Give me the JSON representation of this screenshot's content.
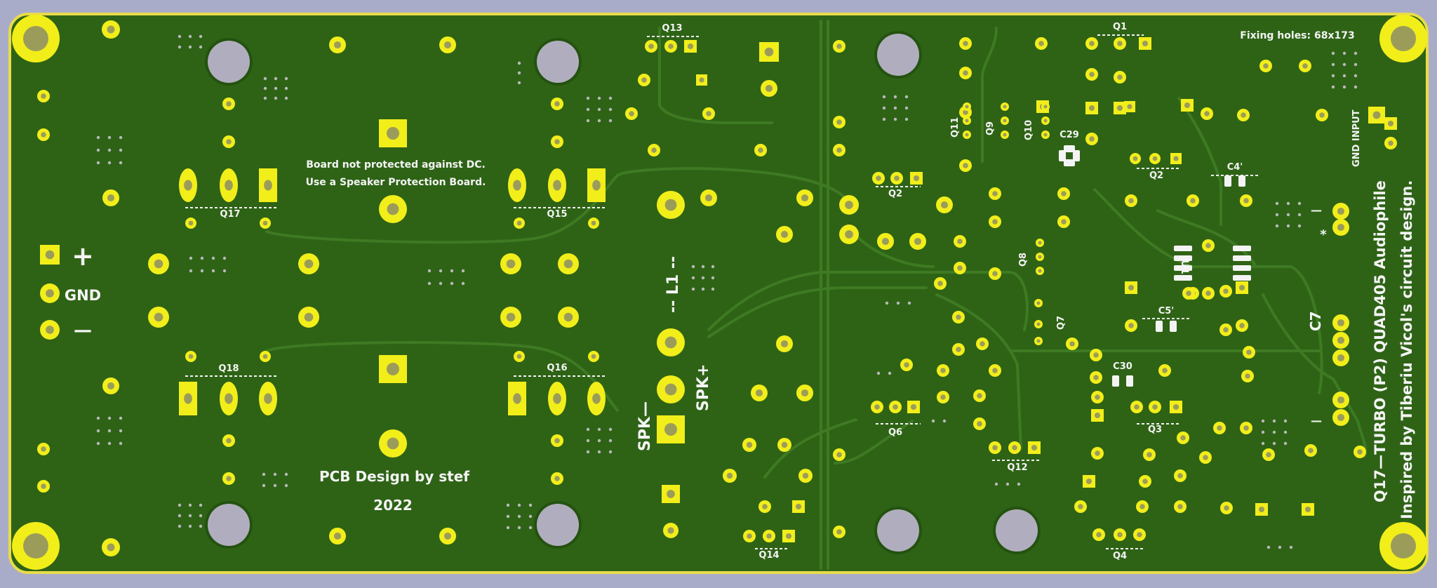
{
  "board": {
    "note_line1": "Board not protected against DC.",
    "note_line2": "Use a Speaker Protection Board.",
    "fixing_holes": "Fixing holes: 68x173",
    "credit_design": "PCB Design by stef",
    "credit_year": "2022",
    "title_vertical": "Q17—TURBO (P2) QUAD405 Audiophile",
    "inspired_vertical": "Inspired by Tiberiu Vicol's circuit design."
  },
  "power": {
    "plus": "+",
    "gnd": "GND",
    "minus": "—"
  },
  "speaker": {
    "plus": "SPK+",
    "minus": "SPK—",
    "inductor": "-- L1 --"
  },
  "input": {
    "label": "GND  INPUT"
  },
  "refs": {
    "Q1": "Q1",
    "Q2a": "Q2",
    "Q2b": "Q2",
    "Q3": "Q3",
    "Q4": "Q4",
    "Q6": "Q6",
    "Q7": "Q7",
    "Q8": "Q8",
    "Q9": "Q9",
    "Q10": "Q10",
    "Q11": "Q11",
    "Q12": "Q12",
    "Q13": "Q13",
    "Q14": "Q14",
    "Q15": "Q15",
    "Q16": "Q16",
    "Q17": "Q17",
    "Q18": "Q18",
    "C4": "C4'",
    "C5": "C5'",
    "C7": "C7",
    "C29": "C29",
    "C30": "C30",
    "U1": "U1",
    "star": "*",
    "dash1": "—",
    "dash2": "—"
  },
  "colors": {
    "background": "#a9acc8",
    "board": "#2e6316",
    "board_edge": "#e8dc4a",
    "copper_trace": "#3e7a22",
    "pad": "#f2ee1a",
    "drill": "#9c9c5a",
    "mount_hole": "#b0aebe",
    "silkscreen": "#f4f4f4"
  }
}
